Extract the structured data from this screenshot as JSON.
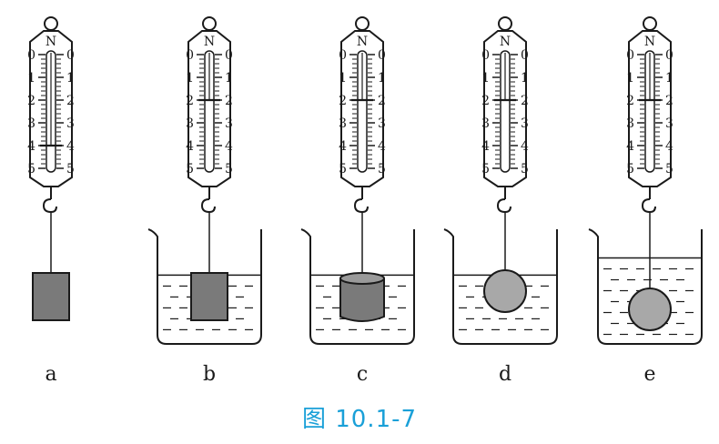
{
  "figure": {
    "caption": "图 10.1-7",
    "caption_color": "#1aa0d8",
    "ink_color": "#1a1a1a",
    "object_fill": "#7a7a7a",
    "sphere_fill": "#a8a8a8",
    "scale_unit": "N",
    "tick_labels": [
      "0",
      "1",
      "2",
      "3",
      "4",
      "5"
    ],
    "panels": [
      {
        "label": "a",
        "reading": 4.0,
        "beaker": false,
        "object": "block",
        "water_fraction": 0,
        "object_submerged": false
      },
      {
        "label": "b",
        "reading": 2.0,
        "beaker": true,
        "object": "block",
        "water_fraction": 0.6,
        "object_submerged": true
      },
      {
        "label": "c",
        "reading": 2.0,
        "beaker": true,
        "object": "cylinder",
        "water_fraction": 0.6,
        "object_submerged": true
      },
      {
        "label": "d",
        "reading": 2.0,
        "beaker": true,
        "object": "sphere",
        "water_fraction": 0.6,
        "object_submerged": true
      },
      {
        "label": "e",
        "reading": 2.0,
        "beaker": true,
        "object": "sphere",
        "water_fraction": 0.75,
        "object_submerged": true
      }
    ]
  }
}
